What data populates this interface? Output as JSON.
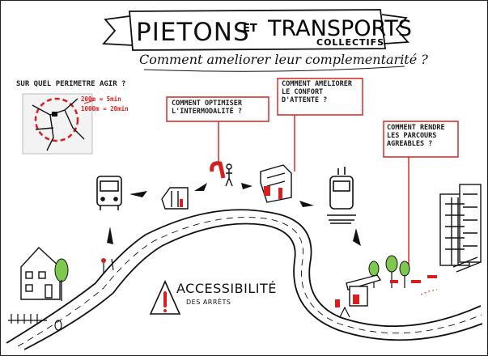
{
  "header": {
    "title_main": "PIETONS",
    "title_et": "ET",
    "title_transports": "TRANSPORTS",
    "title_collectifs": "COLLECTIFS",
    "subtitle": "Comment ameliorer leur complementarité ?"
  },
  "perimeter": {
    "question": "SUR QUEL PERIMETRE AGIR ?",
    "scale_1": "200m ≈ 5min",
    "scale_2": "1000m ≈ 20min"
  },
  "questions": {
    "intermodality": "COMMENT OPTIMISER L'INTERMODALITÉ ?",
    "waiting": "COMMENT AMELIORER LE CONFORT D'ATTENTE ?",
    "routes": "COMMENT RENDRE LES PARCOURS AGREABLES ?"
  },
  "accessibility": {
    "title": "ACCESSIBILITÉ",
    "subtitle": "DES ARRÊTS"
  },
  "colors": {
    "accent": "#d62020",
    "ink": "#1a1a1a",
    "paper": "#ffffff"
  },
  "icons": [
    "bus-icon",
    "tram-icon",
    "pedestrian-icon",
    "bus-stop-icon",
    "house-icon",
    "buildings-icon",
    "tree-icon",
    "exclamation-icon"
  ]
}
